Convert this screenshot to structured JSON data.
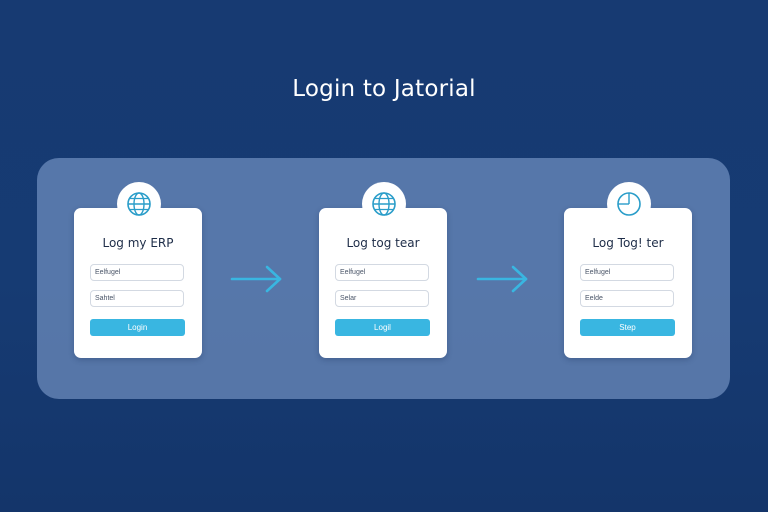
{
  "header": {
    "title": "Login to Jatorial"
  },
  "steps": [
    {
      "icon": "globe-icon",
      "title": "Log my ERP",
      "fields": [
        {
          "placeholder": "Eelfugel"
        },
        {
          "placeholder": "Sahtel"
        }
      ],
      "button": "Login"
    },
    {
      "icon": "globe-icon",
      "title": "Log tog tear",
      "fields": [
        {
          "placeholder": "Eelfugel"
        },
        {
          "placeholder": "Selar"
        }
      ],
      "button": "Logil"
    },
    {
      "icon": "clock-icon",
      "title": "Log Tog! ter",
      "fields": [
        {
          "placeholder": "Eelfugel"
        },
        {
          "placeholder": "Eelde"
        }
      ],
      "button": "Step"
    }
  ],
  "colors": {
    "background": "#173a72",
    "panel": "#7f9fcc",
    "accent": "#39b6e1",
    "icon": "#2a9dc9"
  }
}
